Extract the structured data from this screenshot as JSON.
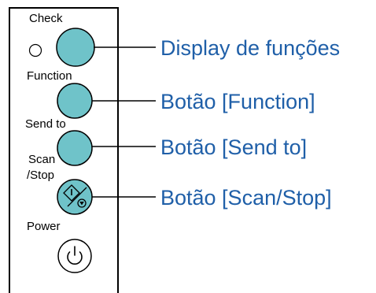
{
  "panel": {
    "labels": {
      "check": "Check",
      "function": "Function",
      "send_to": "Send to",
      "scan": "Scan",
      "stop": "/Stop",
      "power": "Power"
    }
  },
  "callouts": {
    "function_display": "Display de funções",
    "function_button": "Botão [Function]",
    "send_to_button": "Botão [Send to]",
    "scan_stop_button": "Botão [Scan/Stop]"
  },
  "colors": {
    "button_fill": "#6fc3c9",
    "callout_text": "#1f5fa8",
    "outline": "#000000",
    "background": "#ffffff"
  },
  "icons": {
    "scan_stop": "scan-stop-icon",
    "power": "power-icon"
  }
}
